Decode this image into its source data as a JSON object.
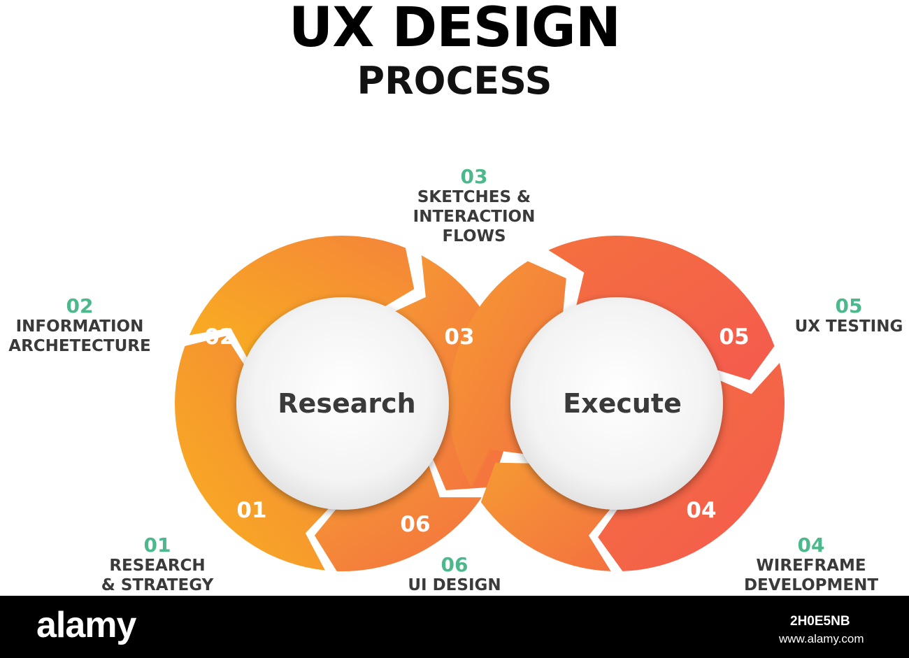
{
  "header": {
    "title": "UX DESIGN",
    "subtitle": "PROCESS"
  },
  "hubs": [
    {
      "label": "Research"
    },
    {
      "label": "Execute"
    }
  ],
  "segment_numbers": [
    "01",
    "02",
    "03",
    "04",
    "05",
    "06"
  ],
  "steps": [
    {
      "number": "01",
      "text": "RESEARCH\n& STRATEGY"
    },
    {
      "number": "02",
      "text": "INFORMATION\nARCHETECTURE"
    },
    {
      "number": "03",
      "text": "SKETCHES &\nINTERACTION\nFLOWS"
    },
    {
      "number": "04",
      "text": "WIREFRAME\nDEVELOPMENT"
    },
    {
      "number": "05",
      "text": "UX TESTING"
    },
    {
      "number": "06",
      "text": "UI DESIGN"
    }
  ],
  "footer": {
    "brand": "alamy",
    "image_code": "2H0E5NB",
    "url": "www.alamy.com"
  },
  "colors": {
    "yellow": "#f9ae21",
    "orange": "#f47a3d",
    "red": "#f45a4e",
    "accent_number": "#4cb88c",
    "hub_text": "#3a3a3a"
  }
}
